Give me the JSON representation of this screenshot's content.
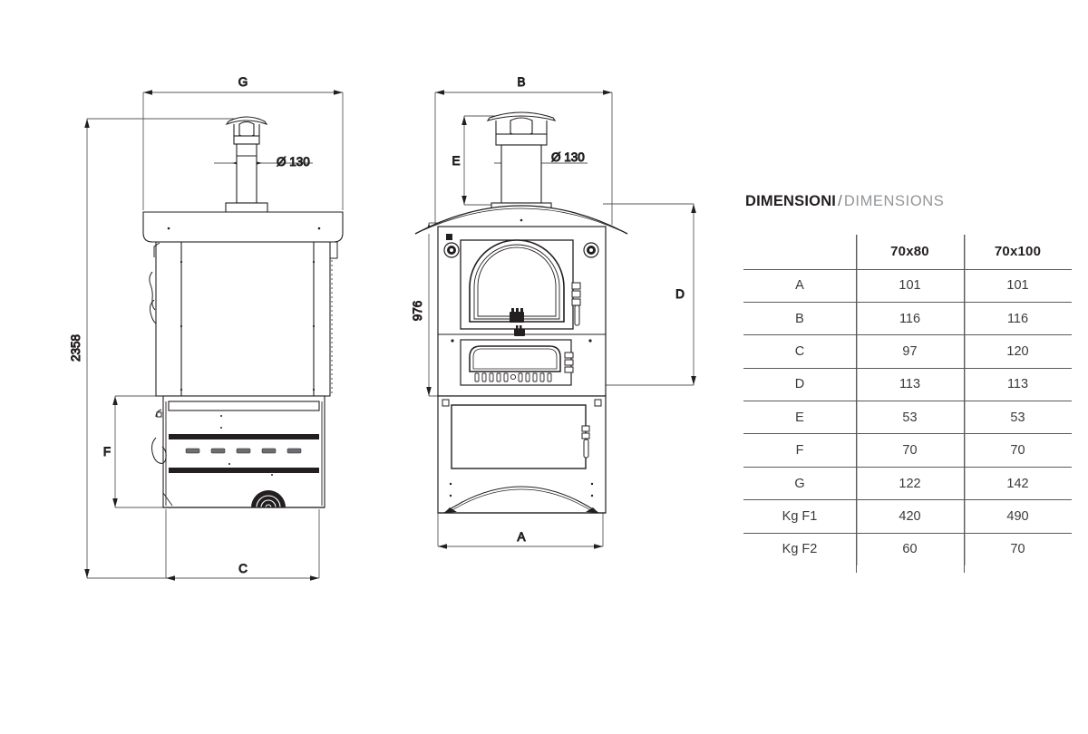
{
  "table": {
    "title_it": "DIMENSIONI",
    "title_sep": "/",
    "title_en": "DIMENSIONS",
    "columns": [
      "",
      "70x80",
      "70x100"
    ],
    "rows": [
      {
        "label": "A",
        "v1": "101",
        "v2": "101"
      },
      {
        "label": "B",
        "v1": "116",
        "v2": "116"
      },
      {
        "label": "C",
        "v1": "97",
        "v2": "120"
      },
      {
        "label": "D",
        "v1": "113",
        "v2": "113"
      },
      {
        "label": "E",
        "v1": "53",
        "v2": "53"
      },
      {
        "label": "F",
        "v1": "70",
        "v2": "70"
      },
      {
        "label": "G",
        "v1": "122",
        "v2": "142"
      },
      {
        "label": "Kg F1",
        "v1": "420",
        "v2": "490"
      },
      {
        "label": "Kg F2",
        "v1": "60",
        "v2": "70"
      }
    ]
  },
  "side_view": {
    "name": "side-elevation",
    "dim_g": "G",
    "dim_c": "C",
    "dim_f": "F",
    "dim_height": "2358",
    "dim_flue": "Ø 130"
  },
  "front_view": {
    "name": "front-elevation",
    "dim_b": "B",
    "dim_a": "A",
    "dim_d": "D",
    "dim_e": "E",
    "dim_height": "976",
    "dim_flue": "Ø 130"
  },
  "colors": {
    "line": "#231f20",
    "dim_line": "#58595b",
    "title_dark": "#231f20",
    "title_light": "#939598",
    "table_text": "#3a3a3c"
  }
}
